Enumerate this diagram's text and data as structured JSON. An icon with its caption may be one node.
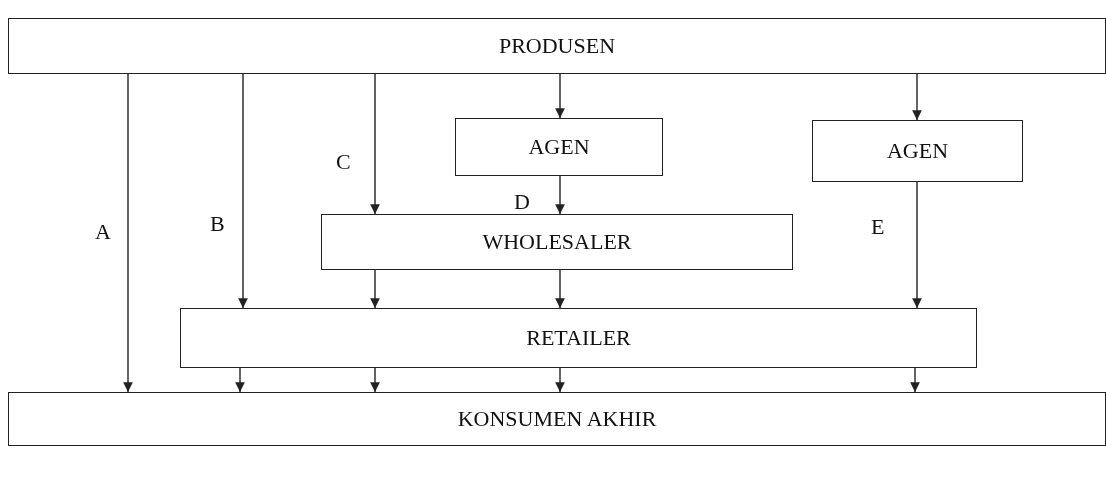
{
  "diagram": {
    "nodes": [
      {
        "text": [
          "PRODUSEN"
        ]
      },
      {
        "text": [
          "AGEN"
        ]
      },
      {
        "text": [
          "AGEN"
        ]
      },
      {
        "text": [
          "WHOLESALER"
        ]
      },
      {
        "text": [
          "RETAILER"
        ]
      },
      {
        "text": [
          "KONSUMEN AKHIR"
        ]
      }
    ],
    "edges": [
      {
        "from": 0,
        "to": 5,
        "arrow": "to",
        "label": "A"
      },
      {
        "from": 0,
        "to": 4,
        "arrow": "to",
        "label": "B"
      },
      {
        "from": 0,
        "to": 3,
        "arrow": "to",
        "label": "C"
      },
      {
        "from": 0,
        "to": 1,
        "arrow": "to"
      },
      {
        "from": 0,
        "to": 2,
        "arrow": "to"
      },
      {
        "from": 1,
        "to": 3,
        "arrow": "to",
        "label": "D"
      },
      {
        "from": 2,
        "to": 4,
        "arrow": "to",
        "label": "E"
      },
      {
        "from": 3,
        "to": 4,
        "arrow": "to"
      },
      {
        "from": 3,
        "to": 4,
        "arrow": "to"
      },
      {
        "from": 4,
        "to": 5,
        "arrow": "to"
      },
      {
        "from": 4,
        "to": 5,
        "arrow": "to"
      },
      {
        "from": 4,
        "to": 5,
        "arrow": "to"
      },
      {
        "from": 4,
        "to": 5,
        "arrow": "to"
      }
    ]
  }
}
